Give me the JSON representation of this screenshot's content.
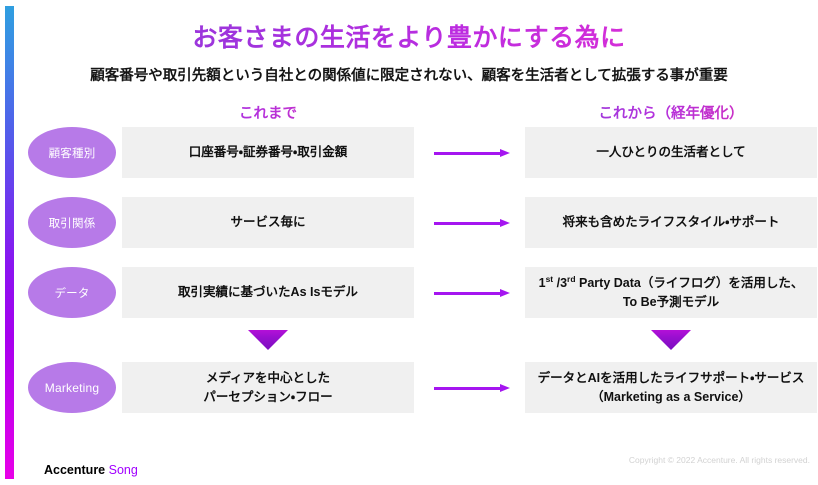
{
  "slide": {
    "title": "お客さまの生活をより豊かにする為に",
    "subtitle": "顧客番号や取引先額という自社との関係値に限定されない、顧客を生活者として拡張する事が重要",
    "columns": {
      "left_header": "これまで",
      "right_header": "これから（経年優化）"
    },
    "rows": [
      {
        "pill": "顧客種別",
        "left": "口座番号・証券番号・取引金額",
        "right_line1": "一人ひとりの生活者として",
        "right_line2": "",
        "arrow": "right-arrow-icon"
      },
      {
        "pill": "取引関係",
        "left": "サービス毎に",
        "right_line1": "将来も含めたライフスタイル・サポート",
        "right_line2": "",
        "arrow": "right-arrow-icon"
      },
      {
        "pill": "データ",
        "left": "取引実績に基づいたAs Isモデル",
        "right_line1_pre": "1",
        "right_line1_sup1": "st",
        "right_line1_mid": " /3",
        "right_line1_sup2": "rd",
        "right_line1_post": " Party Data（ライフログ）を活用した、",
        "right_line2": "To Be予測モデル",
        "arrow": "right-arrow-icon"
      },
      {
        "pill": "Marketing",
        "left_line1": "メディアを中心とした",
        "left_line2": "パーセプション・フロー",
        "right_line1": "データとAIを活用したライフサポート・サービス",
        "right_line2": "（Marketing as a Service）",
        "arrow": "right-arrow-icon"
      }
    ],
    "down_arrows": {
      "left": "down-triangle-icon",
      "right": "down-triangle-icon"
    },
    "footer": {
      "brand_primary": "Accenture",
      "brand_secondary": "Song",
      "copyright": "Copyright © 2022 Accenture. All rights reserved."
    },
    "colors": {
      "accent_bar_top": "#2f9fe0",
      "accent_bar_bottom": "#e800e8",
      "title_gradient_start": "#8e44d8",
      "title_gradient_end": "#d62fd8",
      "pill_fill": "#b77ae8",
      "box_fill": "#f0f0f0",
      "arrow": "#a515f0",
      "triangle": "#7d0fc4",
      "song_purple": "#a100ff",
      "copyright_gray": "#d2d2d2"
    }
  }
}
